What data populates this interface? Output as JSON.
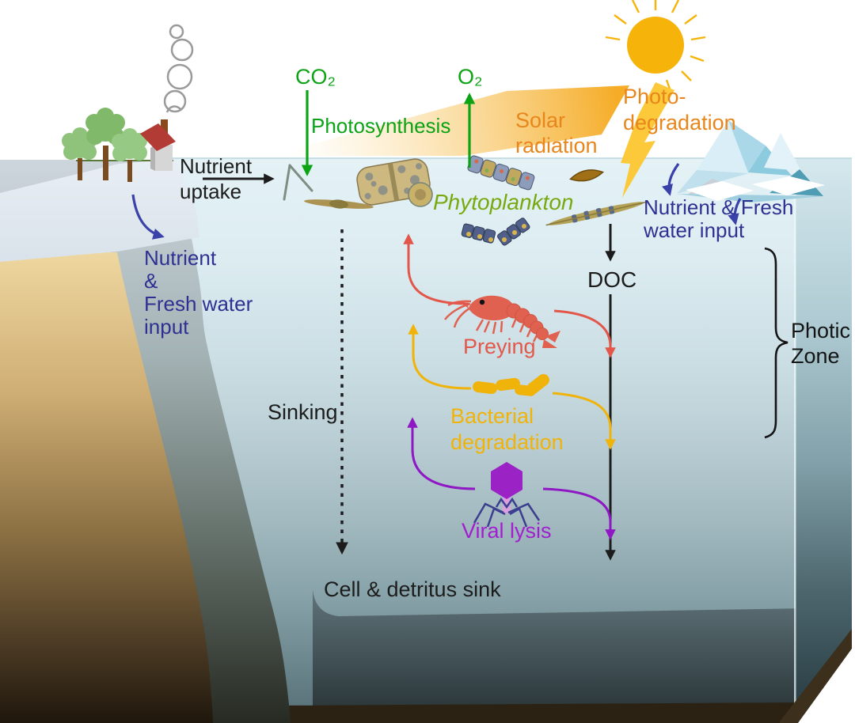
{
  "diagram": {
    "labels": {
      "co2": "CO₂",
      "photosynthesis": "Photosynthesis",
      "o2": "O₂",
      "solar_radiation": [
        "Solar",
        "radiation"
      ],
      "photo_degradation": [
        "Photo-",
        "degradation"
      ],
      "phytoplankton": "Phytoplankton",
      "nutrient_uptake": [
        "Nutrient",
        "uptake"
      ],
      "nutrient_fresh_left": [
        "Nutrient",
        "&",
        "Fresh water",
        "input"
      ],
      "nutrient_fresh_right": [
        "Nutrient & Fresh",
        "water input"
      ],
      "doc": "DOC",
      "preying": "Preying",
      "bacterial_degradation": [
        "Bacterial",
        "degradation"
      ],
      "viral_lysis": "Viral lysis",
      "sinking": "Sinking",
      "cell_detritus_sink": "Cell & detritus sink",
      "photic_zone": [
        "Photic",
        "Zone"
      ]
    },
    "colors": {
      "photosynthesis_green": "#0ca315",
      "solar_orange": "#e8861c",
      "sun_yellow": "#f6b40a",
      "lightning_yellow": "#fbc93a",
      "nutrient_blue": "#2e3192",
      "phytoplankton_green": "#79a911",
      "preying_red": "#e2574a",
      "bacteria_gold": "#f0b30a",
      "viral_purple": "#a21fd0",
      "text_black": "#1c1c1c",
      "water_surface": "#e4f2f6",
      "water_deep": "#2f4249",
      "sand": "#ecd49b",
      "soil_dark": "#241a0e"
    },
    "icons": [
      "sun-icon",
      "solar-beam-icon",
      "lightning-bolt-icon",
      "iceberg-icon",
      "ice-floe-icon",
      "tree-icon",
      "house-icon",
      "smoke-icon",
      "phytoplankton-icons",
      "krill-icon",
      "bacteria-icon",
      "virus-icon",
      "photic-zone-brace",
      "sinking-dashed-arrow",
      "doc-flow-arrow"
    ]
  }
}
